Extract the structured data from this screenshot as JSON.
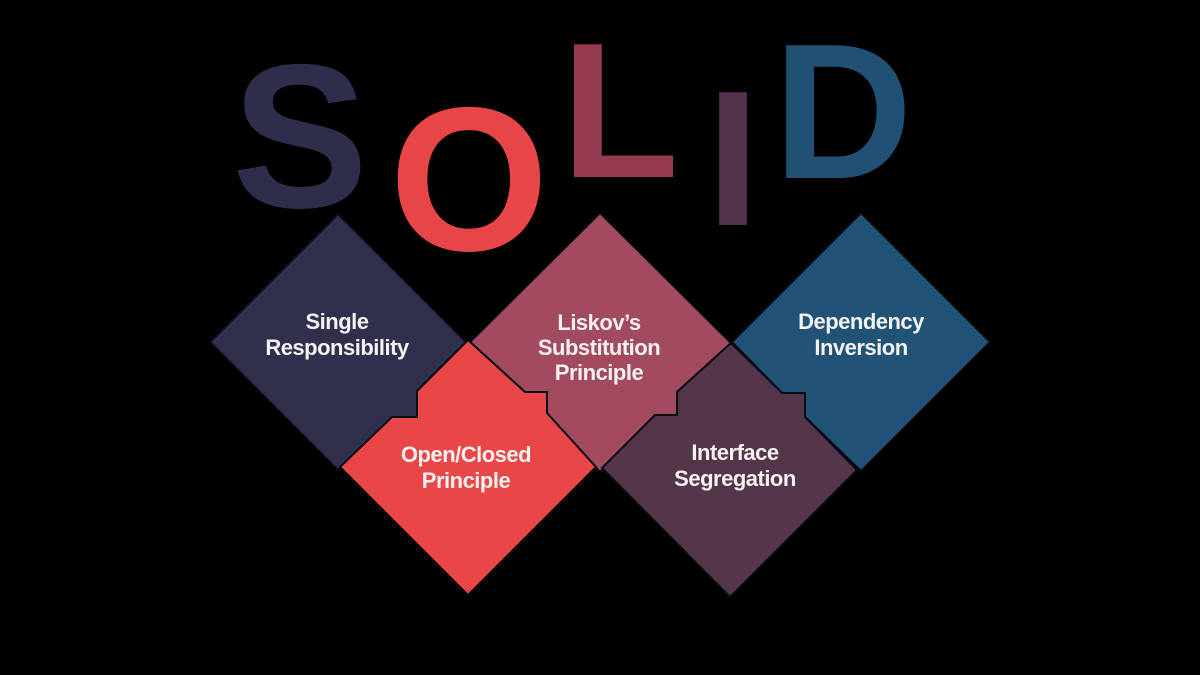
{
  "background_color": "#000000",
  "outline_color": "#0a0a12",
  "text_color": "#f6f2f2",
  "title": {
    "word": "SOLID",
    "letters": [
      {
        "char": "S",
        "color": "#2e2d4b"
      },
      {
        "char": "O",
        "color": "#e84548"
      },
      {
        "char": "L",
        "color": "#953950"
      },
      {
        "char": "I",
        "color": "#54314d"
      },
      {
        "char": "D",
        "color": "#205074"
      }
    ]
  },
  "principles": [
    {
      "id": "single-responsibility",
      "color": "#302f4e",
      "lines": [
        "Single",
        "Responsibility"
      ]
    },
    {
      "id": "open-closed",
      "color": "#e94747",
      "lines": [
        "Open/Closed",
        "Principle"
      ]
    },
    {
      "id": "liskov-substitution",
      "color": "#a24a60",
      "lines": [
        "Liskov’s",
        "Substitution",
        "Principle"
      ]
    },
    {
      "id": "interface-segregation",
      "color": "#543549",
      "lines": [
        "Interface",
        "Segregation"
      ]
    },
    {
      "id": "dependency-inversion",
      "color": "#215377",
      "lines": [
        "Dependency",
        "Inversion"
      ]
    }
  ]
}
